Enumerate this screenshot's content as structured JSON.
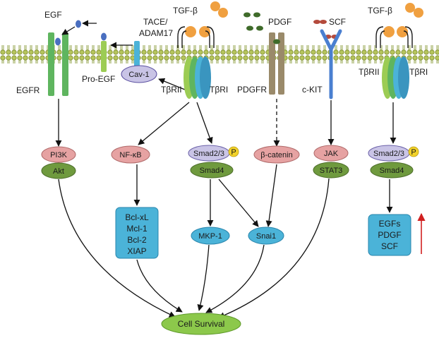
{
  "colors": {
    "membrane": "#b5c45c",
    "membrane_line": "#7b8a2e",
    "green_receptor": "#5fb55f",
    "light_green": "#9ccc54",
    "brown_receptor": "#9a8a6a",
    "blue_receptor": "#4a7fd0",
    "cyan": "#4bb3d8",
    "orange_ligand": "#f0a040",
    "dark_green_ligand": "#3f6b2a",
    "red_ligand": "#b44a3c",
    "pink_node": "#e6a2a2",
    "olive_node": "#6f9a3e",
    "lavender_node": "#c9c4e6",
    "phospho": "#f2d22a",
    "up_arrow": "#d02020",
    "survival": "#8cc84b"
  },
  "labels": {
    "egf": "EGF",
    "tace": "TACE/",
    "adam17": "ADAM17",
    "pro_egf": "Pro-EGF",
    "cav1": "Cav-1",
    "egfr": "EGFR",
    "tgfb_left": "TGF-β",
    "tgfb_right": "TGF-β",
    "tbrii_left": "TβRII",
    "tbri_left": "TβRI",
    "tbrii_right": "TβRII",
    "tbri_right": "TβRI",
    "pdgf": "PDGF",
    "pdgfr": "PDGFR",
    "scf": "SCF",
    "ckit": "c-KIT"
  },
  "nodes": {
    "pi3k": "PI3K",
    "akt": "Akt",
    "nfkb": "NF-κB",
    "smad23_left": "Smad2/3",
    "smad4_left": "Smad4",
    "phospho_left": "P",
    "beta_catenin": "β-catenin",
    "jak": "JAK",
    "stat3": "STAT3",
    "smad23_right": "Smad2/3",
    "smad4_right": "Smad4",
    "phospho_right": "P",
    "mkp1": "MKP-1",
    "snai1": "Snai1",
    "bcl_box": [
      "Bcl-xL",
      "Mcl-1",
      "Bcl-2",
      "XIAP"
    ],
    "growth_box": [
      "EGFs",
      "PDGF",
      "SCF"
    ],
    "survival": "Cell Survival"
  }
}
